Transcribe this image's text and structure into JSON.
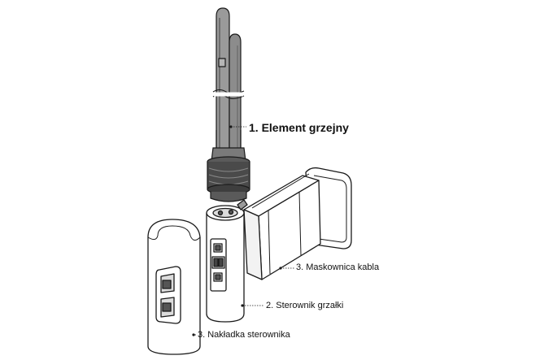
{
  "callouts": {
    "heating_element": "1. Element grzejny",
    "cable_mask": "3. Maskownica kabla",
    "controller": "2. Sterownik grzałki",
    "controller_cover": "3. Nakładka sterownika"
  },
  "colors": {
    "outline": "#1a1a1a",
    "rod_fill": "#9a9a9a",
    "rod_shade": "#6e6e6e",
    "nut_fill": "#4a4a4a",
    "body_fill": "#ffffff"
  }
}
